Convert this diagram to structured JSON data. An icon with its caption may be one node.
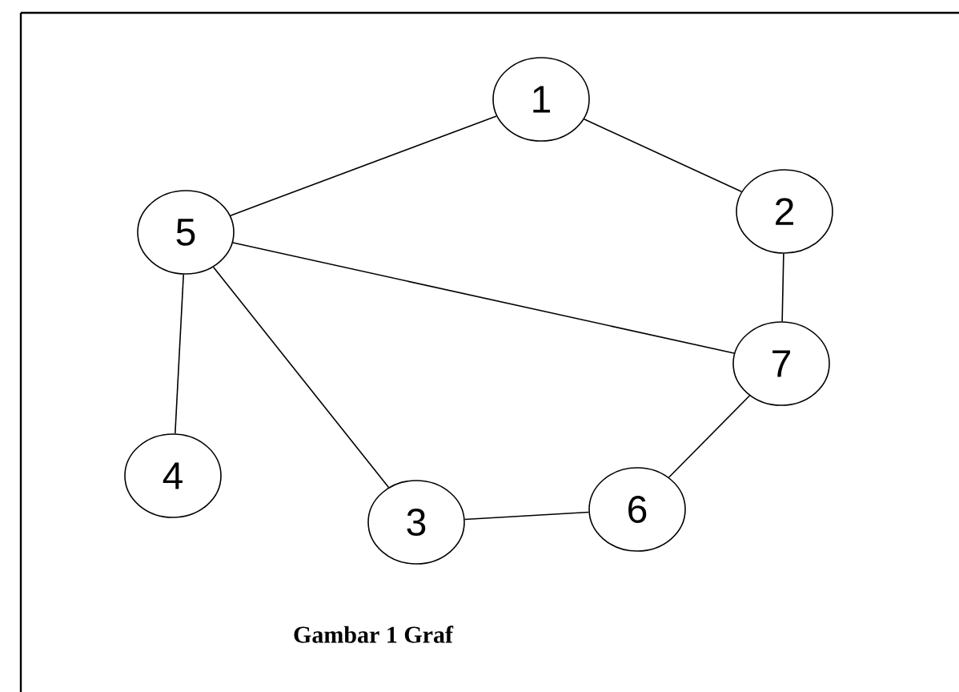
{
  "diagram": {
    "caption": "Gambar 1 Graf",
    "nodes": [
      {
        "text": [
          "1"
        ]
      },
      {
        "text": [
          "2"
        ]
      },
      {
        "text": [
          "5"
        ]
      },
      {
        "text": [
          "7"
        ]
      },
      {
        "text": [
          "4"
        ]
      },
      {
        "text": [
          "3"
        ]
      },
      {
        "text": [
          "6"
        ]
      }
    ],
    "edges": [
      {
        "from": 2,
        "to": 0,
        "arrow": "none"
      },
      {
        "from": 0,
        "to": 1,
        "arrow": "none"
      },
      {
        "from": 2,
        "to": 3,
        "arrow": "none"
      },
      {
        "from": 1,
        "to": 3,
        "arrow": "none"
      },
      {
        "from": 2,
        "to": 4,
        "arrow": "none"
      },
      {
        "from": 2,
        "to": 5,
        "arrow": "none"
      },
      {
        "from": 5,
        "to": 6,
        "arrow": "none"
      },
      {
        "from": 6,
        "to": 3,
        "arrow": "none"
      }
    ]
  }
}
